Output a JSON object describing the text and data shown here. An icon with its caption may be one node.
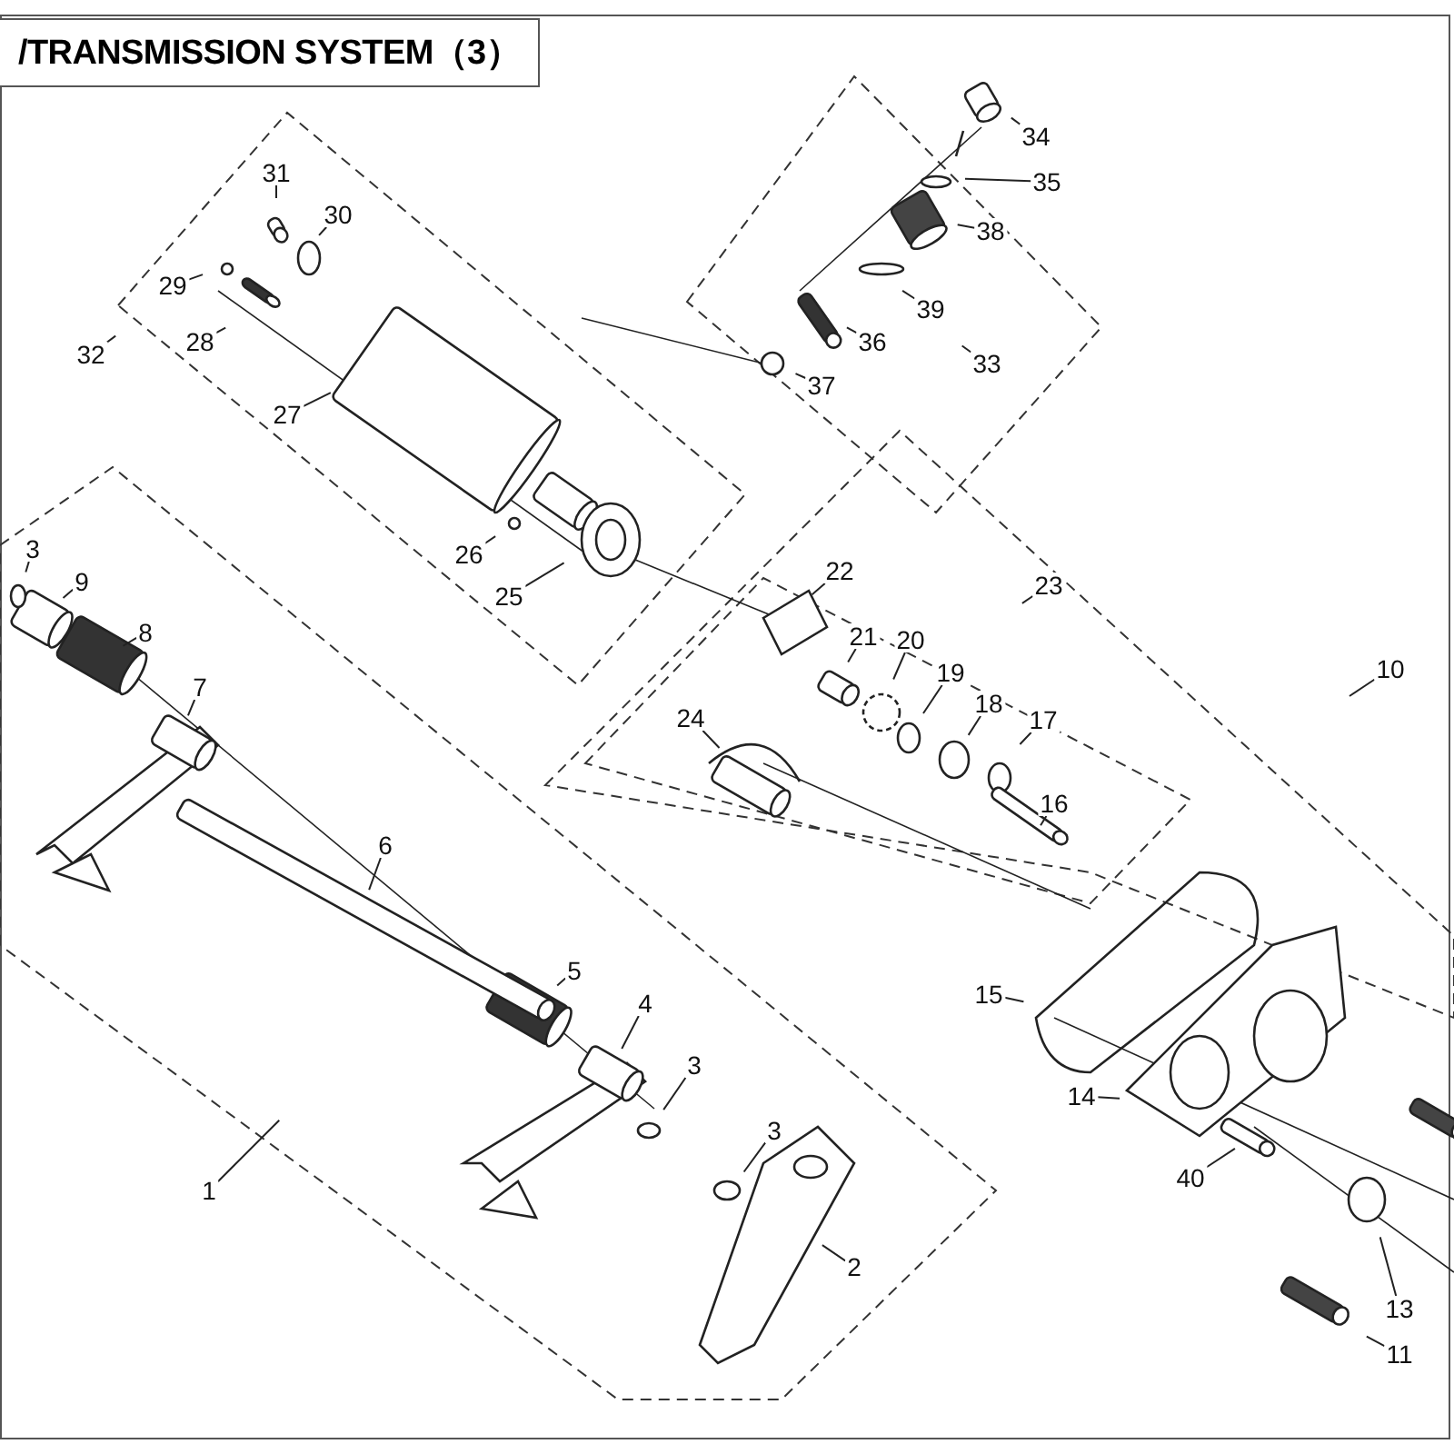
{
  "diagram": {
    "title": "/TRANSMISSION SYSTEM（3）",
    "nodes": [
      {
        "text": [
          "34"
        ]
      },
      {
        "text": [
          "35"
        ]
      },
      {
        "text": [
          "31"
        ]
      },
      {
        "text": [
          "30"
        ]
      },
      {
        "text": [
          "38"
        ]
      },
      {
        "text": [
          "29"
        ]
      },
      {
        "text": [
          "39"
        ]
      },
      {
        "text": [
          "28"
        ]
      },
      {
        "text": [
          "36"
        ]
      },
      {
        "text": [
          "32"
        ]
      },
      {
        "text": [
          "33"
        ]
      },
      {
        "text": [
          "37"
        ]
      },
      {
        "text": [
          "27"
        ]
      },
      {
        "text": [
          "3"
        ]
      },
      {
        "text": [
          "26"
        ]
      },
      {
        "text": [
          "22"
        ]
      },
      {
        "text": [
          "9"
        ]
      },
      {
        "text": [
          "23"
        ]
      },
      {
        "text": [
          "25"
        ]
      },
      {
        "text": [
          "8"
        ]
      },
      {
        "text": [
          "21"
        ]
      },
      {
        "text": [
          "20"
        ]
      },
      {
        "text": [
          "10"
        ]
      },
      {
        "text": [
          "19"
        ]
      },
      {
        "text": [
          "7"
        ]
      },
      {
        "text": [
          "18"
        ]
      },
      {
        "text": [
          "24"
        ]
      },
      {
        "text": [
          "17"
        ]
      },
      {
        "text": [
          "16"
        ]
      },
      {
        "text": [
          "6"
        ]
      },
      {
        "text": [
          "5"
        ]
      },
      {
        "text": [
          "15"
        ]
      },
      {
        "text": [
          "4"
        ]
      },
      {
        "text": [
          "3"
        ]
      },
      {
        "text": [
          "14"
        ]
      },
      {
        "text": [
          "3"
        ]
      },
      {
        "text": [
          "40"
        ]
      },
      {
        "text": [
          "1"
        ]
      },
      {
        "text": [
          "2"
        ]
      },
      {
        "text": [
          "13"
        ]
      },
      {
        "text": [
          "11"
        ]
      }
    ],
    "edges": [
      {
        "from": 0,
        "to": null,
        "arrow": "none"
      },
      {
        "from": 1,
        "to": null,
        "arrow": "none"
      },
      {
        "from": 2,
        "to": null,
        "arrow": "none"
      },
      {
        "from": 3,
        "to": null,
        "arrow": "none"
      },
      {
        "from": 4,
        "to": null,
        "arrow": "none"
      },
      {
        "from": 5,
        "to": null,
        "arrow": "none"
      },
      {
        "from": 6,
        "to": null,
        "arrow": "none"
      },
      {
        "from": 7,
        "to": null,
        "arrow": "none"
      },
      {
        "from": 8,
        "to": null,
        "arrow": "none"
      },
      {
        "from": 9,
        "to": null,
        "arrow": "none"
      },
      {
        "from": 10,
        "to": null,
        "arrow": "none"
      },
      {
        "from": 11,
        "to": null,
        "arrow": "none"
      },
      {
        "from": 12,
        "to": null,
        "arrow": "none"
      },
      {
        "from": 13,
        "to": null,
        "arrow": "none"
      },
      {
        "from": 14,
        "to": null,
        "arrow": "none"
      },
      {
        "from": 15,
        "to": null,
        "arrow": "none"
      },
      {
        "from": 16,
        "to": null,
        "arrow": "none"
      },
      {
        "from": 17,
        "to": null,
        "arrow": "none"
      },
      {
        "from": 18,
        "to": null,
        "arrow": "none"
      },
      {
        "from": 19,
        "to": null,
        "arrow": "none"
      },
      {
        "from": 20,
        "to": null,
        "arrow": "none"
      },
      {
        "from": 21,
        "to": null,
        "arrow": "none"
      },
      {
        "from": 22,
        "to": null,
        "arrow": "none"
      },
      {
        "from": 23,
        "to": null,
        "arrow": "none"
      },
      {
        "from": 24,
        "to": null,
        "arrow": "none"
      },
      {
        "from": 25,
        "to": null,
        "arrow": "none"
      },
      {
        "from": 26,
        "to": null,
        "arrow": "none"
      },
      {
        "from": 27,
        "to": null,
        "arrow": "none"
      },
      {
        "from": 28,
        "to": null,
        "arrow": "none"
      },
      {
        "from": 29,
        "to": null,
        "arrow": "none"
      },
      {
        "from": 30,
        "to": null,
        "arrow": "none"
      },
      {
        "from": 31,
        "to": null,
        "arrow": "none"
      },
      {
        "from": 32,
        "to": null,
        "arrow": "none"
      },
      {
        "from": 33,
        "to": null,
        "arrow": "none"
      },
      {
        "from": 34,
        "to": null,
        "arrow": "none"
      },
      {
        "from": 35,
        "to": null,
        "arrow": "none"
      },
      {
        "from": 36,
        "to": null,
        "arrow": "none"
      },
      {
        "from": 37,
        "to": null,
        "arrow": "none"
      },
      {
        "from": 38,
        "to": null,
        "arrow": "none"
      },
      {
        "from": 39,
        "to": null,
        "arrow": "none"
      },
      {
        "from": 40,
        "to": null,
        "arrow": "none"
      }
    ]
  }
}
